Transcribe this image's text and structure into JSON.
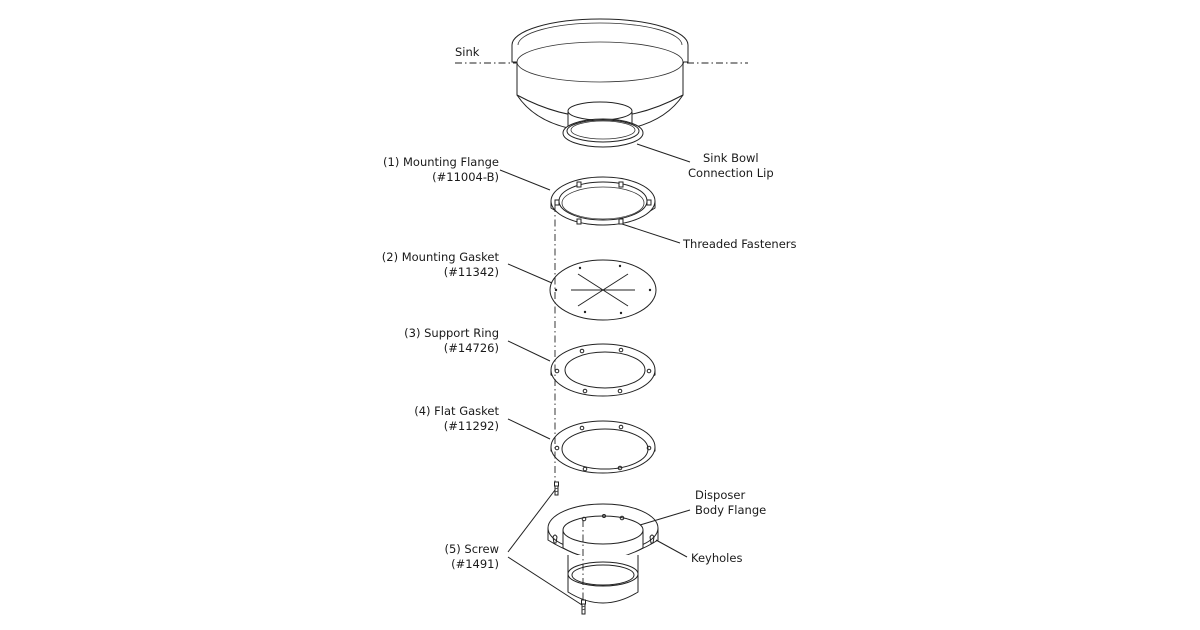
{
  "labels": {
    "sink": "Sink",
    "sink_bowl": [
      "Sink Bowl",
      "Connection Lip"
    ],
    "mounting_flange": [
      "(1) Mounting Flange",
      "(#11004-B)"
    ],
    "threaded_fasteners": "Threaded Fasteners",
    "mounting_gasket": [
      "(2) Mounting Gasket",
      "(#11342)"
    ],
    "support_ring": [
      "(3) Support Ring",
      "(#14726)"
    ],
    "flat_gasket": [
      "(4) Flat Gasket",
      "(#11292)"
    ],
    "disposer_body_flange": [
      "Disposer",
      "Body Flange"
    ],
    "keyholes": "Keyholes",
    "screw": [
      "(5) Screw",
      "(#1491)"
    ]
  },
  "colors": {
    "line": "#222222",
    "background": "#ffffff",
    "text": "#1a1a1a"
  }
}
